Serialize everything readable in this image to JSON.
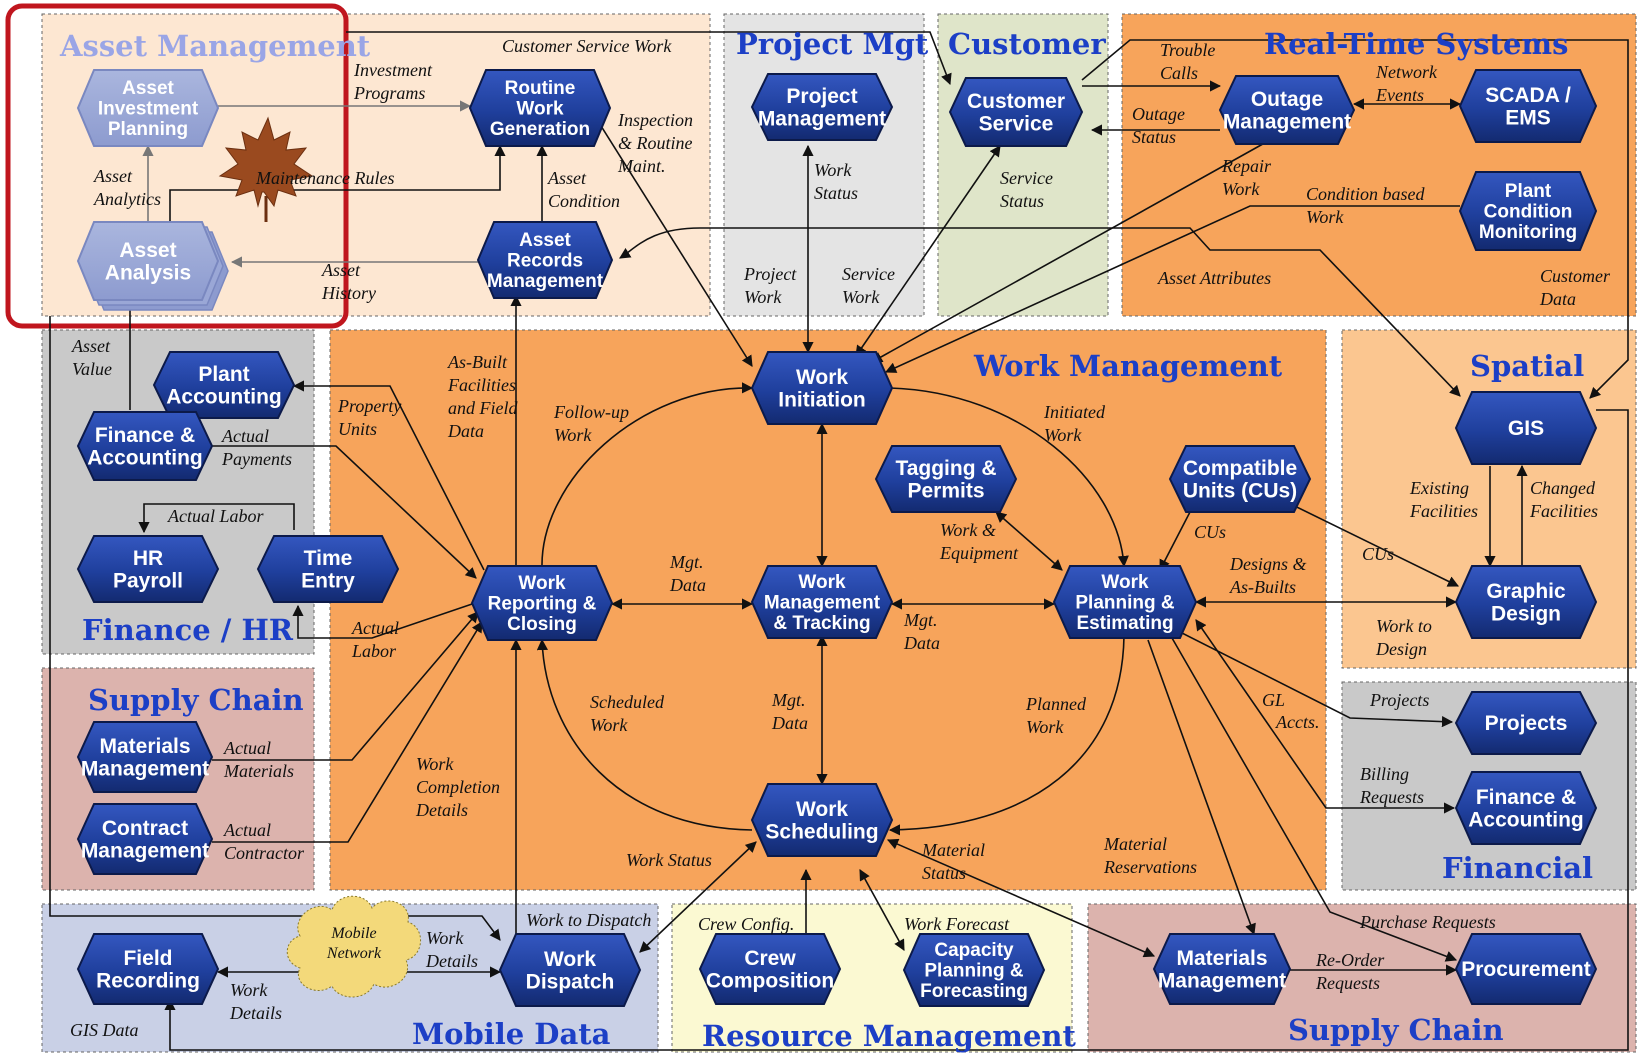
{
  "colors": {
    "node_fill": "#1f3f9c",
    "node_stroke": "#0c1a4a",
    "node_text": "#ffffff",
    "section_title": "#1c3fc6",
    "highlight": "#c0161e",
    "asset_title": "#9aa5e6",
    "orange": "#f7a45b",
    "light_peach": "#fde7d2",
    "gray": "#c9c9c9",
    "green": "#dfe5c9",
    "rose": "#dcb3ad",
    "yellow": "#fbf9d2",
    "mobile_blue": "#c9d0e6",
    "cloud": "#f3d97a"
  },
  "sections": {
    "asset_management": "Asset Management",
    "project_mgt": "Project Mgt",
    "customer": "Customer",
    "real_time_systems": "Real-Time Systems",
    "work_management": "Work Management",
    "spatial": "Spatial",
    "finance_hr": "Finance / HR",
    "supply_chain_left": "Supply Chain",
    "financial": "Financial",
    "mobile_data": "Mobile Data",
    "resource_management": "Resource Management",
    "supply_chain_right": "Supply Chain"
  },
  "nodes": {
    "asset_investment_planning": [
      "Asset",
      "Investment",
      "Planning"
    ],
    "asset_analysis": [
      "Asset",
      "Analysis"
    ],
    "routine_work_generation": [
      "Routine",
      "Work",
      "Generation"
    ],
    "asset_records_management": [
      "Asset",
      "Records",
      "Management"
    ],
    "project_management": [
      "Project",
      "Management"
    ],
    "customer_service": [
      "Customer",
      "Service"
    ],
    "outage_management": [
      "Outage",
      "Management"
    ],
    "scada_ems": [
      "SCADA /",
      "EMS"
    ],
    "plant_condition_monitoring": [
      "Plant",
      "Condition",
      "Monitoring"
    ],
    "plant_accounting": [
      "Plant",
      "Accounting"
    ],
    "finance_accounting_left": [
      "Finance &",
      "Accounting"
    ],
    "hr_payroll": [
      "HR",
      "Payroll"
    ],
    "time_entry": [
      "Time",
      "Entry"
    ],
    "work_initiation": [
      "Work",
      "Initiation"
    ],
    "tagging_permits": [
      "Tagging &",
      "Permits"
    ],
    "compatible_units": [
      "Compatible",
      "Units (CUs)"
    ],
    "work_reporting_closing": [
      "Work",
      "Reporting &",
      "Closing"
    ],
    "work_management_tracking": [
      "Work",
      "Management",
      "& Tracking"
    ],
    "work_planning_estimating": [
      "Work",
      "Planning &",
      "Estimating"
    ],
    "gis": [
      "GIS"
    ],
    "graphic_design": [
      "Graphic",
      "Design"
    ],
    "materials_management_left": [
      "Materials",
      "Management"
    ],
    "contract_management": [
      "Contract",
      "Management"
    ],
    "work_scheduling": [
      "Work",
      "Scheduling"
    ],
    "projects": [
      "Projects"
    ],
    "finance_accounting_right": [
      "Finance &",
      "Accounting"
    ],
    "field_recording": [
      "Field",
      "Recording"
    ],
    "work_dispatch": [
      "Work",
      "Dispatch"
    ],
    "crew_composition": [
      "Crew",
      "Composition"
    ],
    "capacity_planning": [
      "Capacity",
      "Planning &",
      "Forecasting"
    ],
    "materials_management_right": [
      "Materials",
      "Management"
    ],
    "procurement": [
      "Procurement"
    ]
  },
  "cloud_label": [
    "Mobile",
    "Network"
  ],
  "labels": {
    "investment_programs": [
      "Investment",
      "Programs"
    ],
    "customer_service_work": [
      "Customer Service Work"
    ],
    "asset_analytics": [
      "Asset",
      "Analytics"
    ],
    "maintenance_rules": [
      "Maintenance Rules"
    ],
    "asset_condition": [
      "Asset",
      "Condition"
    ],
    "inspection_routine": [
      "Inspection",
      "& Routine",
      "Maint."
    ],
    "asset_history": [
      "Asset",
      "History"
    ],
    "work_status_pm": [
      "Work",
      "Status"
    ],
    "project_work": [
      "Project",
      "Work"
    ],
    "service_work": [
      "Service",
      "Work"
    ],
    "service_status": [
      "Service",
      "Status"
    ],
    "trouble_calls": [
      "Trouble",
      "Calls"
    ],
    "outage_status": [
      "Outage",
      "Status"
    ],
    "network_events": [
      "Network",
      "Events"
    ],
    "repair_work": [
      "Repair",
      "Work"
    ],
    "condition_based_work": [
      "Condition based",
      "Work"
    ],
    "asset_attributes": [
      "Asset Attributes"
    ],
    "customer_data": [
      "Customer",
      "Data"
    ],
    "asset_value": [
      "Asset",
      "Value"
    ],
    "property_units": [
      "Property",
      "Units"
    ],
    "as_built": [
      "As-Built",
      "Facilities",
      "and Field",
      "Data"
    ],
    "follow_up_work": [
      "Follow-up",
      "Work"
    ],
    "actual_payments": [
      "Actual",
      "Payments"
    ],
    "actual_labor_top": [
      "Actual Labor"
    ],
    "actual_labor_bottom": [
      "Actual",
      "Labor"
    ],
    "initiated_work": [
      "Initiated",
      "Work"
    ],
    "work_equipment": [
      "Work &",
      "Equipment"
    ],
    "cus": [
      "CUs"
    ],
    "mgt_data_left": [
      "Mgt.",
      "Data"
    ],
    "mgt_data_right": [
      "Mgt.",
      "Data"
    ],
    "mgt_data_bottom": [
      "Mgt.",
      "Data"
    ],
    "designs_as_builts": [
      "Designs &",
      "As-Builts"
    ],
    "existing_facilities": [
      "Existing",
      "Facilities"
    ],
    "changed_facilities": [
      "Changed",
      "Facilities"
    ],
    "cus_spatial": [
      "CUs"
    ],
    "work_to_design": [
      "Work to",
      "Design"
    ],
    "scheduled_work": [
      "Scheduled",
      "Work"
    ],
    "planned_work": [
      "Planned",
      "Work"
    ],
    "gl_accts_1": [
      "GL"
    ],
    "gl_accts_2": [
      "Accts."
    ],
    "projects_label": [
      "Projects"
    ],
    "billing_requests": [
      "Billing",
      "Requests"
    ],
    "actual_materials": [
      "Actual",
      "Materials"
    ],
    "actual_contractor": [
      "Actual",
      "Contractor"
    ],
    "work_completion_details": [
      "Work",
      "Completion",
      "Details"
    ],
    "work_status_bottom": [
      "Work Status"
    ],
    "material_status": [
      "Material",
      "Status"
    ],
    "material_reservations": [
      "Material",
      "Reservations"
    ],
    "work_to_dispatch": [
      "Work to Dispatch"
    ],
    "work_details_top": [
      "Work",
      "Details"
    ],
    "work_details_bottom": [
      "Work",
      "Details"
    ],
    "gis_data": [
      "GIS Data"
    ],
    "crew_config": [
      "Crew Config."
    ],
    "work_forecast": [
      "Work Forecast"
    ],
    "purchase_requests": [
      "Purchase Requests"
    ],
    "reorder_requests": [
      "Re-Order",
      "Requests"
    ]
  }
}
